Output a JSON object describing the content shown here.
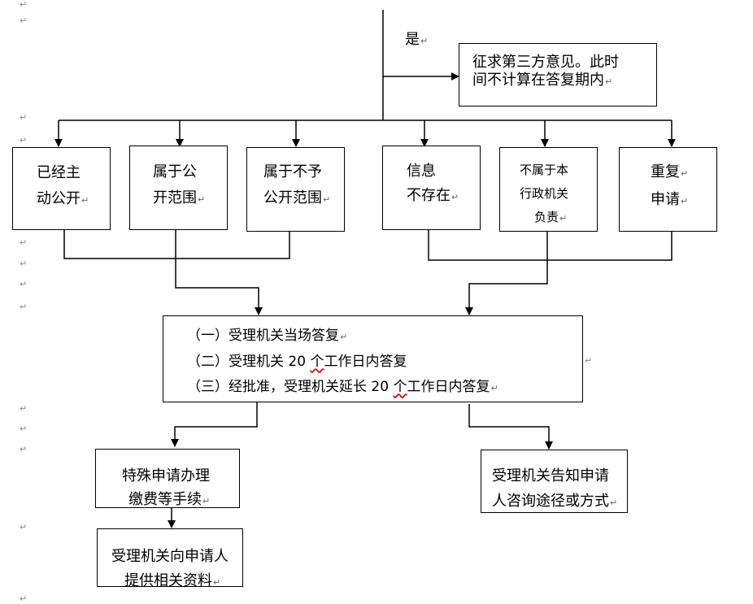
{
  "paragraph_mark": "↵",
  "left_marks_count": 13,
  "yes_label": "是",
  "nodes": {
    "third_party": {
      "line1": "征求第三方意见。此时",
      "line2": "间不计算在答复期内"
    },
    "already_public": {
      "line1": "已经主",
      "line2": "动公开"
    },
    "in_scope": {
      "line1": "属于公",
      "line2": "开范围"
    },
    "not_public": {
      "line1": "属于不予",
      "line2": "公开范围"
    },
    "not_exist": {
      "line1": "信息",
      "line2": "不存在"
    },
    "not_this_org": {
      "line1": "不属于本",
      "line2": "行政机关",
      "line3": "负责"
    },
    "repeat": {
      "line1": "重复",
      "line2": "申请"
    },
    "reply": {
      "line1": "（一）受理机关当场答复",
      "line2_a": "（二）受理机关 20 ",
      "line2_b": "个",
      "line2_c": "工作日内答复",
      "line3_a": "（三）经批准，受理机关延长  20 ",
      "line3_b": "个",
      "line3_c": "工作日内答复"
    },
    "special": {
      "line1": "特殊申请办理",
      "line2": "缴费等手续"
    },
    "notify": {
      "line1": "受理机关告知申请",
      "line2": "人咨询途径或方式"
    },
    "provide": {
      "line1": "受理机关向申请人",
      "line2": "提供相关资料"
    }
  }
}
